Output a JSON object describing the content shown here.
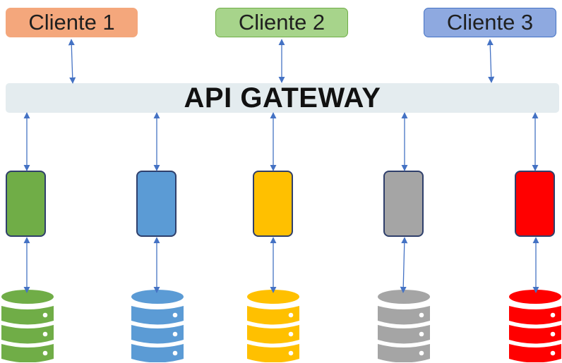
{
  "clients": [
    {
      "label": "Cliente 1",
      "bg": "#f4a77c",
      "border": "#f4a77c"
    },
    {
      "label": "Cliente 2",
      "bg": "#a7d48b",
      "border": "#70ad47"
    },
    {
      "label": "Cliente 3",
      "bg": "#8ea9e0",
      "border": "#4472c4"
    }
  ],
  "gateway": {
    "label": "API GATEWAY"
  },
  "services": [
    {
      "color": "#70ad47"
    },
    {
      "color": "#5b9bd5"
    },
    {
      "color": "#ffc000"
    },
    {
      "color": "#a5a5a5"
    },
    {
      "color": "#ff0000"
    }
  ],
  "colors": {
    "arrow": "#4472c4"
  }
}
